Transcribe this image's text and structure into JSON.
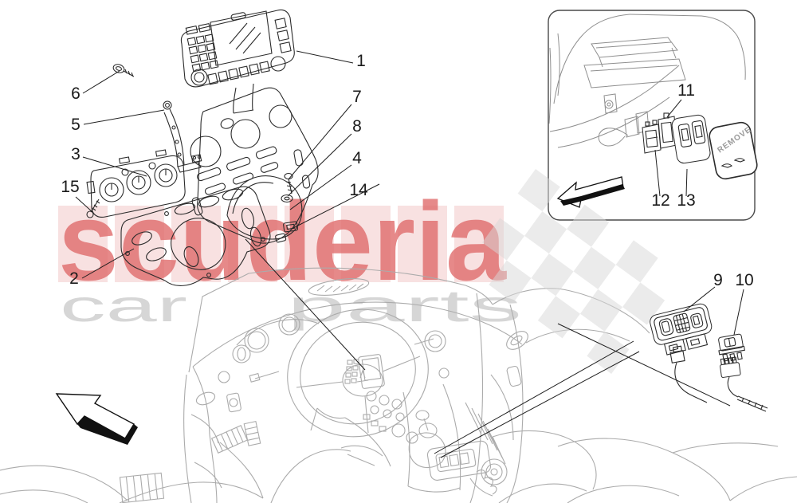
{
  "watermark": {
    "brand_text": "scuderia",
    "sub_text_1": "car",
    "sub_text_2": "parts",
    "brand_color": "#e06c6c",
    "tile_color": "#f7dcdc",
    "sub_color": "#d6d6d6",
    "flag_color": "#d9d9d9"
  },
  "callouts": [
    {
      "label": "1"
    },
    {
      "label": "2"
    },
    {
      "label": "3"
    },
    {
      "label": "4"
    },
    {
      "label": "5"
    },
    {
      "label": "6"
    },
    {
      "label": "7"
    },
    {
      "label": "8"
    },
    {
      "label": "9"
    },
    {
      "label": "10"
    },
    {
      "label": "11"
    },
    {
      "label": "12"
    },
    {
      "label": "13"
    },
    {
      "label": "14"
    },
    {
      "label": "15"
    }
  ],
  "inset": {
    "cover_label": "REMOVE"
  }
}
